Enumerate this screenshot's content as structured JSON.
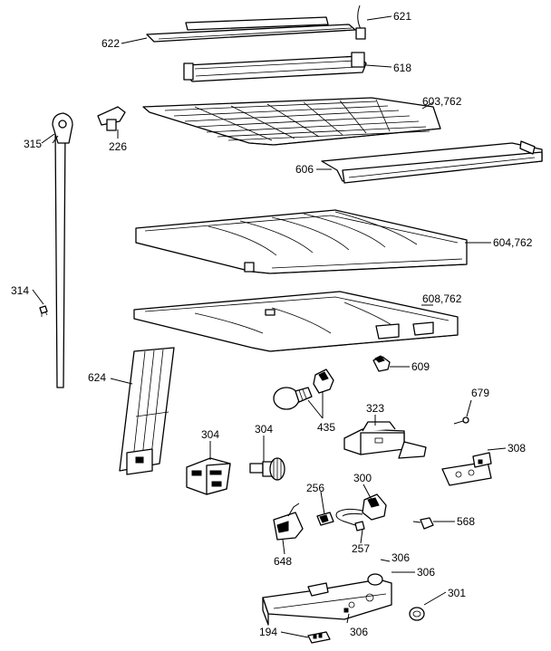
{
  "labels": {
    "l621": "621",
    "l622": "622",
    "l618": "618",
    "l603": "603,762",
    "l315": "315",
    "l226": "226",
    "l606": "606",
    "l604": "604,762",
    "l314": "314",
    "l608": "608,762",
    "l624": "624",
    "l609": "609",
    "l679": "679",
    "l323": "323",
    "l435": "435",
    "l304a": "304",
    "l304b": "304",
    "l308": "308",
    "l256": "256",
    "l300": "300",
    "l568": "568",
    "l257": "257",
    "l648": "648",
    "l306a": "306",
    "l306b": "306",
    "l301": "301",
    "l194": "194",
    "l306c": "306"
  }
}
